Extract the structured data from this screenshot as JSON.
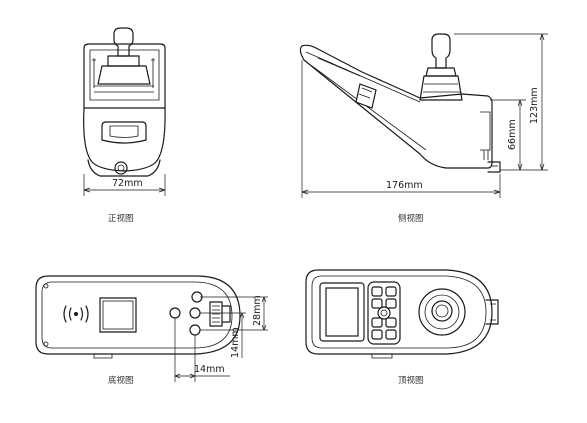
{
  "views": {
    "front": {
      "caption": "正视图",
      "width_dim": "72mm"
    },
    "side": {
      "caption": "侧视图",
      "length_dim": "176mm",
      "height_dim": "123mm",
      "base_height_dim": "66mm"
    },
    "bottom": {
      "caption": "底视图",
      "spacing_dim": "28mm",
      "vertical_dim": "14mm",
      "horizontal_dim": "14mm"
    },
    "top": {
      "caption": "顶视图"
    }
  },
  "colors": {
    "line": "#1a1a1a",
    "background": "#ffffff"
  }
}
